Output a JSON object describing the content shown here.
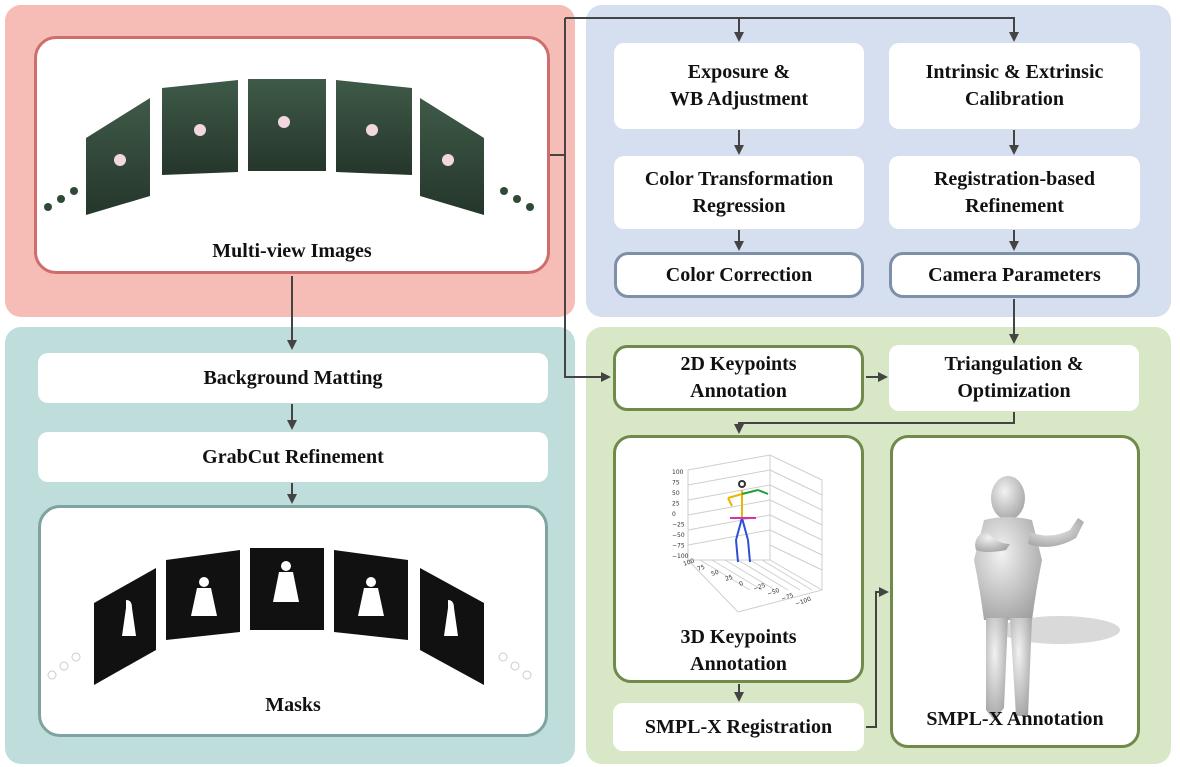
{
  "colors": {
    "panel_red": "#f5bdb5",
    "panel_blue": "#d5dff0",
    "panel_teal": "#bfdedb",
    "panel_green": "#d8e8c6",
    "border_red": "#cf6d6d",
    "border_blue": "#7e8fa8",
    "border_teal": "#7fa3a0",
    "border_green": "#6f8a4a",
    "arrow": "#444444"
  },
  "capture": {
    "multiview_label": "Multi-view Images"
  },
  "color_calibration": {
    "exposure": "Exposure &\nWB Adjustment",
    "color_transform": "Color Transformation\nRegression",
    "color_correction": "Color Correction"
  },
  "camera_calibration": {
    "calibration": "Intrinsic & Extrinsic\nCalibration",
    "refinement": "Registration-based\nRefinement",
    "camera_params": "Camera Parameters"
  },
  "mask_pipeline": {
    "matting": "Background Matting",
    "grabcut": "GrabCut Refinement",
    "masks_label": "Masks"
  },
  "keypoint_pipeline": {
    "kp2d": "2D Keypoints\nAnnotation",
    "triangulation": "Triangulation &\nOptimization",
    "kp3d": "3D Keypoints\nAnnotation",
    "smplx_reg": "SMPL-X Registration",
    "smplx_annot": "SMPL-X Annotation",
    "plot_ticks_y": [
      "100",
      "75",
      "50",
      "25",
      "0",
      "−25",
      "−50",
      "−75",
      "−100"
    ],
    "plot_ticks_x": [
      "100",
      "75",
      "50",
      "25",
      "0",
      "−25",
      "−50",
      "−75",
      "−100"
    ]
  }
}
